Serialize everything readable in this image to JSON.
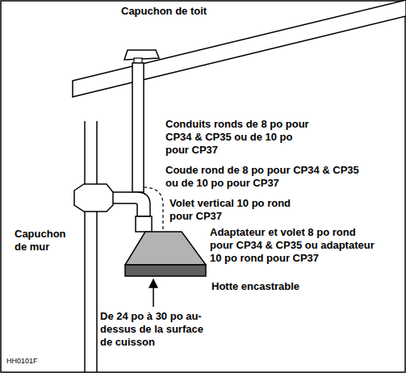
{
  "diagram": {
    "labels": [
      "Capuchon de toit",
      "Conduits ronds de 8 po pour CP34 & CP35 ou de 10 po pour CP37",
      "Coude rond de 8 po pour CP34 & CP35 ou de 10 po pour CP37",
      "Volet vertical 10 po rond pour CP37",
      "Adaptateur et volet 8 po rond pour CP34 & CP35 ou adaptateur 10 po rond pour CP37",
      "Capuchon de mur",
      "Hotte encastrable",
      "De 24 po à 30 po au-dessus de la surface de cuisson",
      "HH0101F"
    ]
  }
}
